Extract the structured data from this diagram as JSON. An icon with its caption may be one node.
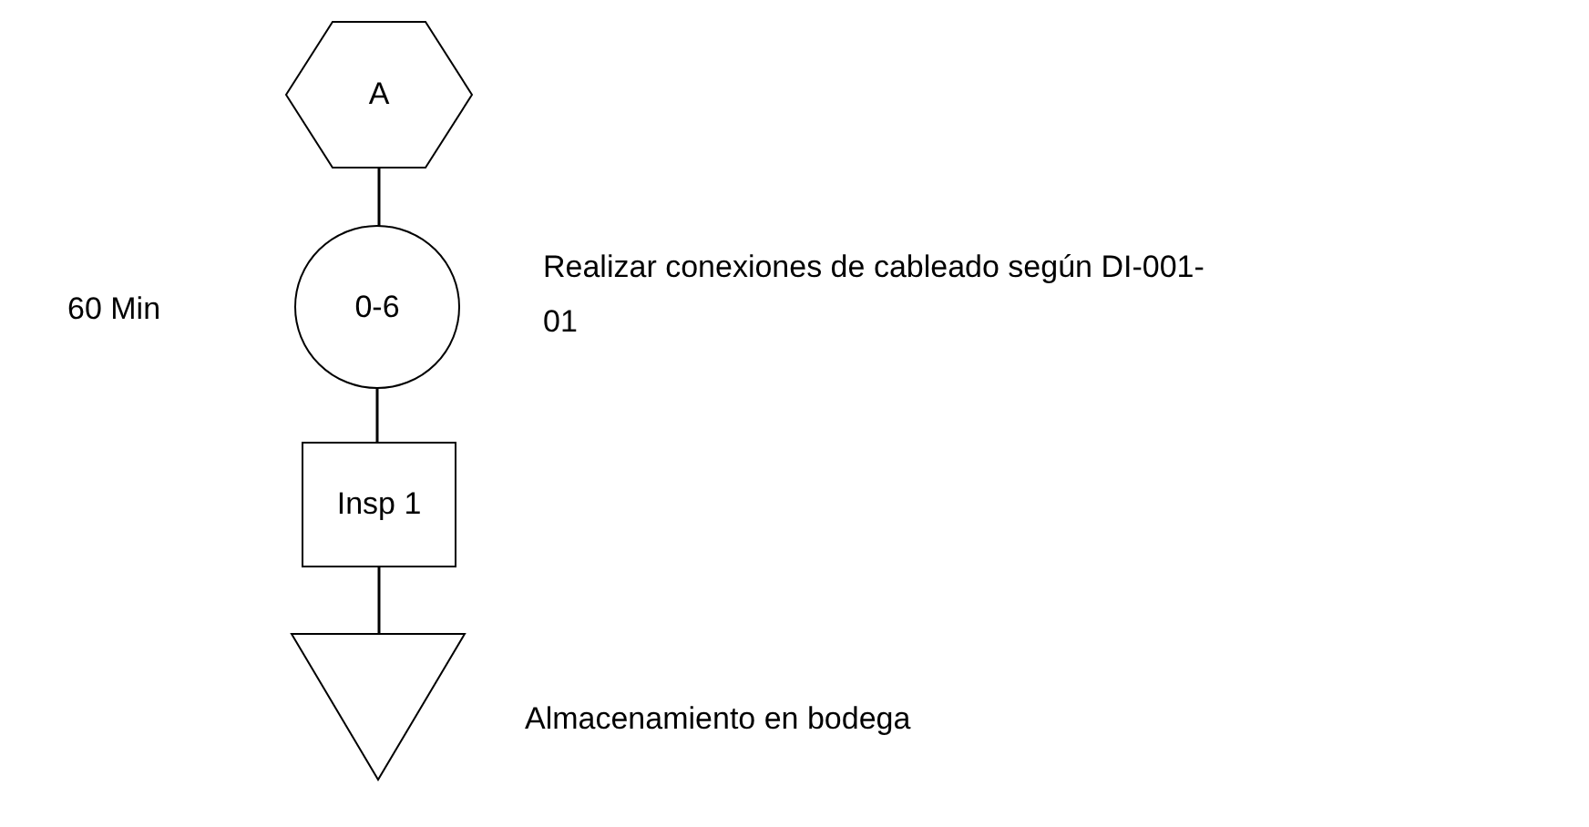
{
  "diagram": {
    "nodes": [
      {
        "text": [
          "A"
        ]
      },
      {
        "text": [
          "0-6"
        ],
        "beside": [
          "Realizar conexiones de cableado según DI-001-01"
        ]
      },
      {
        "text": [
          "Insp 1"
        ]
      },
      {
        "text": [],
        "shape": "triangle",
        "beside": [
          "Almacenamiento en bodega"
        ]
      }
    ],
    "edges": [
      {
        "from": 0,
        "to": 1,
        "arrow": "none"
      },
      {
        "from": 1,
        "to": 2,
        "arrow": "none"
      },
      {
        "from": 2,
        "to": 3,
        "arrow": "none"
      }
    ],
    "labels": [
      "60 Min"
    ]
  }
}
